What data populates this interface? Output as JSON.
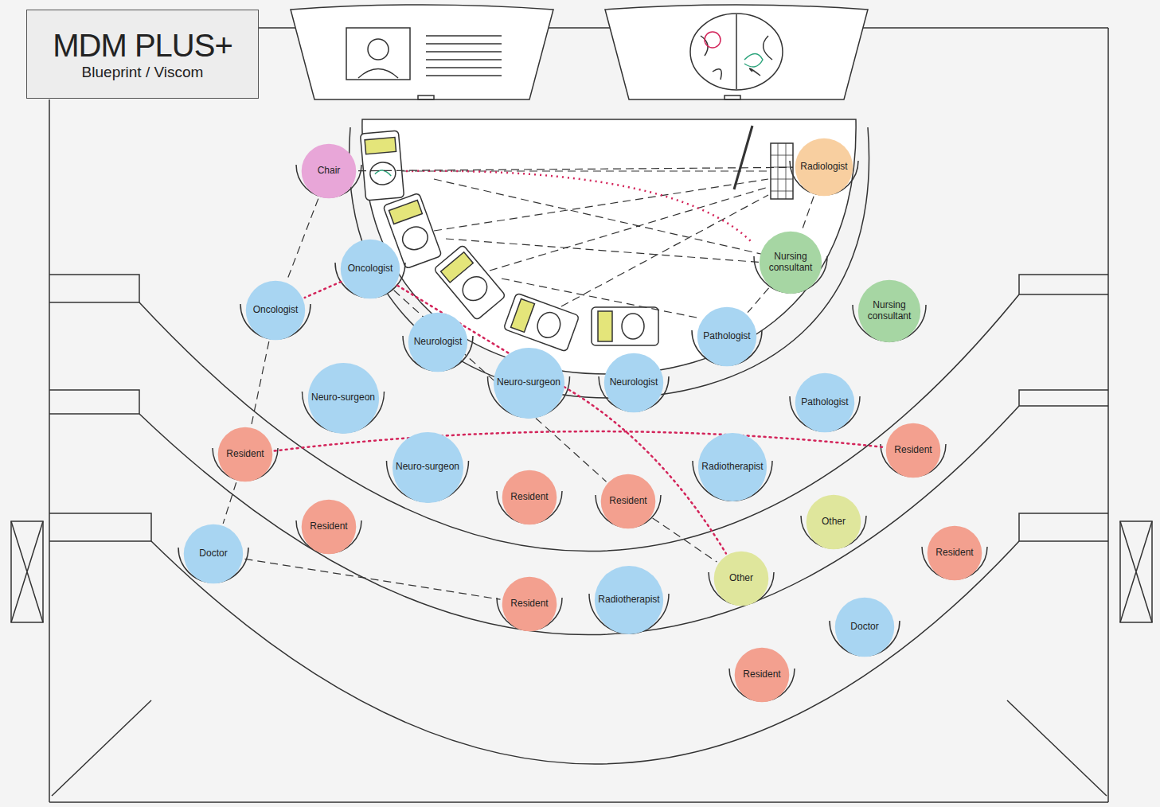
{
  "diagram": {
    "nodes": [
      {
        "text": [
          "MDM PLUS+",
          "Blueprint / Viscom"
        ]
      },
      {
        "text": [
          "Chair"
        ]
      },
      {
        "text": [
          "Radiologist"
        ]
      },
      {
        "text": [
          "Oncologist"
        ]
      },
      {
        "text": [
          "Oncologist"
        ]
      },
      {
        "text": [
          "Nursing consultant"
        ]
      },
      {
        "text": [
          "Nursing consultant"
        ]
      },
      {
        "text": [
          "Neurologist"
        ]
      },
      {
        "text": [
          "Pathologist"
        ]
      },
      {
        "text": [
          "Neuro-surgeon"
        ]
      },
      {
        "text": [
          "Neuro-surgeon"
        ]
      },
      {
        "text": [
          "Neurologist"
        ]
      },
      {
        "text": [
          "Pathologist"
        ]
      },
      {
        "text": [
          "Resident"
        ]
      },
      {
        "text": [
          "Neuro-surgeon"
        ]
      },
      {
        "text": [
          "Radiotherapist"
        ]
      },
      {
        "text": [
          "Resident"
        ]
      },
      {
        "text": [
          "Resident"
        ]
      },
      {
        "text": [
          "Resident"
        ]
      },
      {
        "text": [
          "Other"
        ]
      },
      {
        "text": [
          "Resident"
        ]
      },
      {
        "text": [
          "Doctor"
        ]
      },
      {
        "text": [
          "Other"
        ]
      },
      {
        "text": [
          "Resident"
        ]
      },
      {
        "text": [
          "Resident"
        ]
      },
      {
        "text": [
          "Radiotherapist"
        ]
      },
      {
        "text": [
          "Doctor"
        ]
      },
      {
        "text": [
          "Resident"
        ]
      }
    ],
    "edges": [
      {
        "from": 3,
        "to": 4,
        "arrow": "none"
      },
      {
        "from": 13,
        "to": 16,
        "arrow": "none"
      },
      {
        "from": 3,
        "to": 22,
        "arrow": "none"
      },
      {
        "from": 1,
        "to": 4,
        "arrow": "none"
      },
      {
        "from": 4,
        "to": 13,
        "arrow": "none"
      },
      {
        "from": 13,
        "to": 21,
        "arrow": "none"
      },
      {
        "from": 21,
        "to": 24,
        "arrow": "none"
      },
      {
        "from": 2,
        "to": 5,
        "arrow": "none"
      },
      {
        "from": 5,
        "to": 8,
        "arrow": "none"
      },
      {
        "from": 3,
        "to": 18,
        "arrow": "none"
      },
      {
        "from": 18,
        "to": 22,
        "arrow": "none"
      },
      {
        "from": 1,
        "to": 2,
        "arrow": "none"
      }
    ]
  }
}
